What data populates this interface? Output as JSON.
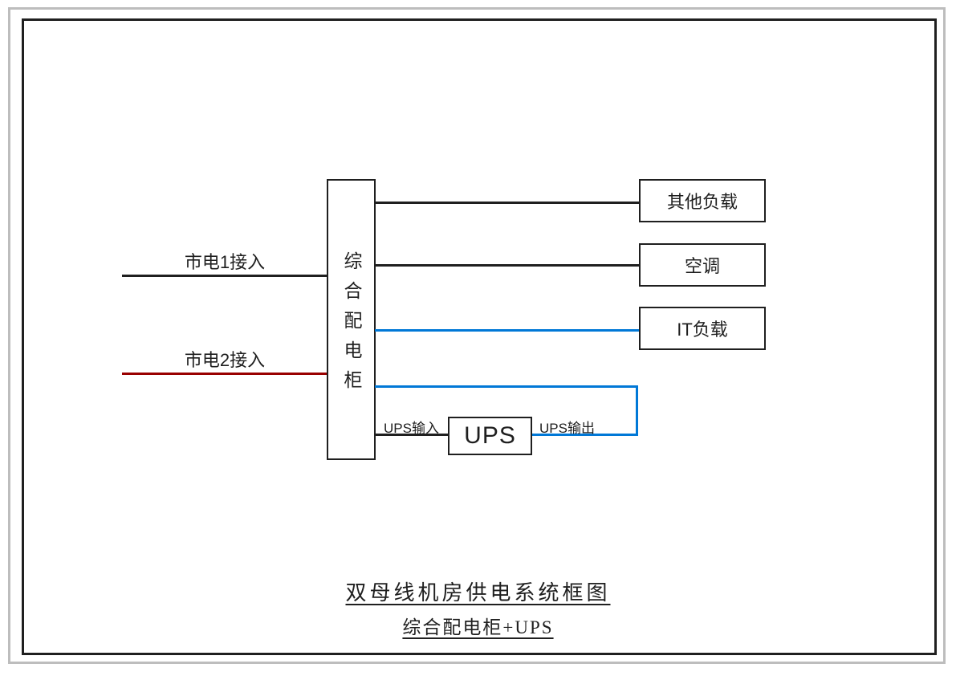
{
  "colors": {
    "line_black": "#1f1f1f",
    "line_red": "#990000",
    "line_blue": "#0078d7",
    "outer_border_gray": "#bdbdbd"
  },
  "inputs": {
    "mains1": {
      "label": "市电1接入"
    },
    "mains2": {
      "label": "市电2接入"
    }
  },
  "cabinet": {
    "label": "综合配电柜"
  },
  "loads": [
    {
      "label": "其他负载"
    },
    {
      "label": "空调"
    },
    {
      "label": "IT负载"
    }
  ],
  "ups": {
    "label": "UPS",
    "input_label": "UPS输入",
    "output_label": "UPS输出"
  },
  "titles": {
    "main": "双母线机房供电系统框图",
    "sub": "综合配电柜+UPS"
  }
}
